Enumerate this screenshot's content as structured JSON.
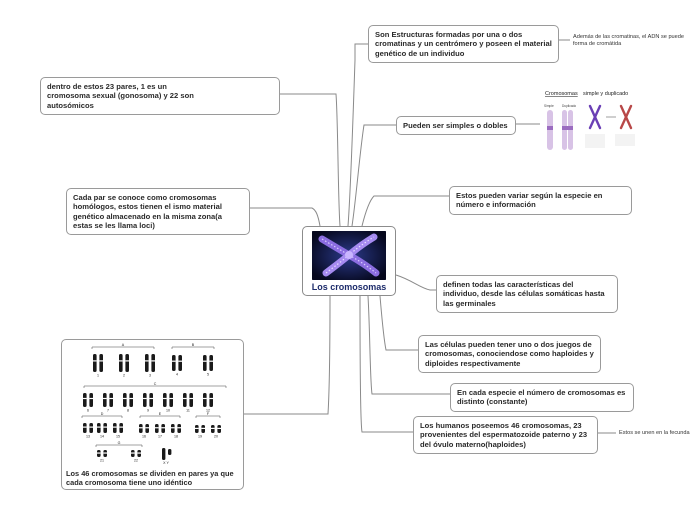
{
  "central": {
    "title": "Los cromosomas"
  },
  "nodes": {
    "estructuras": "Son Estructuras formadas por una o dos cromatinas y un centrómero y poseen el material genético de un individuo",
    "simples": "Pueden ser simples o dobles",
    "varian": "Estos pueden variar según la especie en número e información",
    "definen": "definen todas las características del individuo, desde las células somáticas hasta las germinales",
    "juegos": "Las células pueden tener uno o dos juegos de cromosomas, conociendose como haploides y diploides respectivamente",
    "especie": "En cada especie el número de cromosomas es distinto (constante)",
    "humanos": "Los humanos poseemos 46 cromosomas, 23 provenientes del espermatozoide paterno y 23 del óvulo materno(haploides)",
    "pares23": "dentro de estos 23 pares, 1 es un cromosoma sexual (gonosoma) y 22 son autosómicos",
    "homologos": "Cada par se conoce como cromosomas homólogos, estos tienen el ismo material genético almacenado en la misma zona(a estas se les llama loci)",
    "karyo": "Los 46 cromosomas se dividen en pares ya que cada cromosoma tiene uno idéntico"
  },
  "notes": {
    "adn_line1": "Además de las cromatinas, el ADN se puede",
    "adn_line2": "forma de cromátida",
    "fecundacion": "Estos se unen en la fecunda"
  },
  "chromosome_image": {
    "title": "Cromosomas",
    "subtitle": "simple y duplicado",
    "label_simple": "Simple",
    "label_dup": "Duplicado"
  },
  "karyotype": {
    "groups": [
      "A",
      "B",
      "C",
      "D",
      "E",
      "F",
      "G"
    ],
    "numbers": [
      "1",
      "2",
      "3",
      "4",
      "5",
      "6",
      "7",
      "8",
      "9",
      "10",
      "11",
      "12",
      "13",
      "14",
      "15",
      "16",
      "17",
      "18",
      "19",
      "20",
      "21",
      "22",
      "X",
      "Y"
    ]
  },
  "colors": {
    "line": "#8a8a8a",
    "border": "#9a9a9a",
    "title": "#1d2c6b",
    "chromosome": "#6a3fb5"
  }
}
